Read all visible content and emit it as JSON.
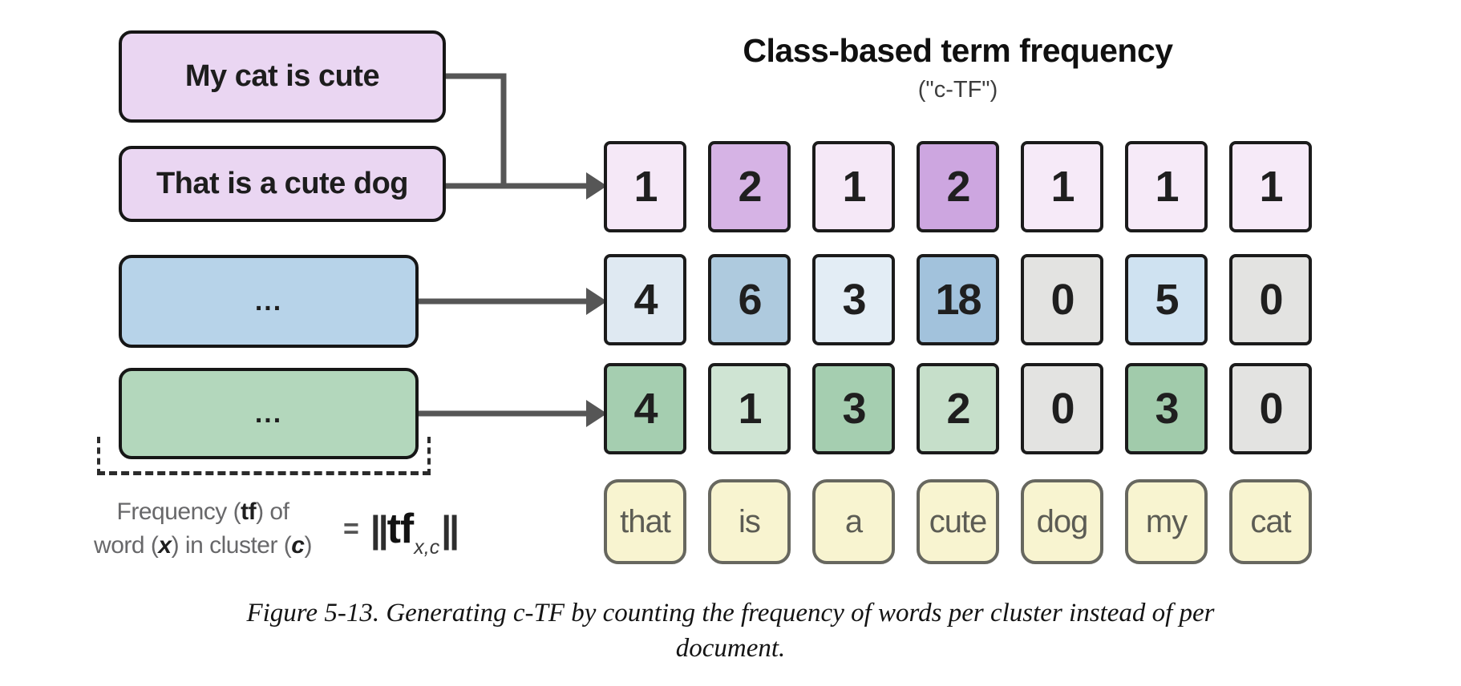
{
  "figure": {
    "title": "Class-based term frequency",
    "subtitle": "(\"c-TF\")",
    "caption_line1": "Figure 5-13. Generating c-TF by counting the frequency of words per cluster instead of per",
    "caption_line2": "document."
  },
  "documents": [
    {
      "text": "My cat is cute",
      "fill": "#ead6f2"
    },
    {
      "text": "That is a cute dog",
      "fill": "#ead6f2"
    },
    {
      "text": "...",
      "fill": "#b7d3e9"
    },
    {
      "text": "...",
      "fill": "#b3d7bc"
    }
  ],
  "matrix": {
    "columns": [
      "that",
      "is",
      "a",
      "cute",
      "dog",
      "my",
      "cat"
    ],
    "rows": [
      {
        "cluster": "purple-documents",
        "values": [
          1,
          2,
          1,
          2,
          1,
          1,
          1
        ],
        "cell_fills": [
          "#f5e8f7",
          "#d6b3e5",
          "#f5e8f7",
          "#cda6e0",
          "#f6eaf8",
          "#f6eaf8",
          "#f6eaf8"
        ]
      },
      {
        "cluster": "blue-documents",
        "values": [
          4,
          6,
          3,
          18,
          0,
          5,
          0
        ],
        "cell_fills": [
          "#dfe9f2",
          "#aecade",
          "#e3edf5",
          "#a2c2dc",
          "#e3e3e1",
          "#cfe2f1",
          "#e3e3e1"
        ]
      },
      {
        "cluster": "green-documents",
        "values": [
          4,
          1,
          3,
          2,
          0,
          3,
          0
        ],
        "cell_fills": [
          "#a5ceb0",
          "#cfe4d3",
          "#a5ceb0",
          "#c6dfca",
          "#e3e3e1",
          "#a1cbab",
          "#e3e3e1"
        ]
      }
    ]
  },
  "formula": {
    "lhs_line1_pre": "Frequency (",
    "lhs_line1_bold": "tf",
    "lhs_line1_post": ") of",
    "lhs_line2_pre": "word (",
    "lhs_line2_var1": "x",
    "lhs_line2_mid": ") in cluster (",
    "lhs_line2_var2": "c",
    "lhs_line2_post": ")",
    "equals": "=",
    "rhs_open_bars": "||",
    "rhs_tf": "tf",
    "rhs_subscript": "x,c",
    "rhs_close_bars": "||"
  },
  "colors": {
    "connector": "#565656",
    "word_fill": "#f8f4d0",
    "zero_cell_fill": "#e3e3e1",
    "cell_border": "#1b1b1b",
    "word_border": "#67675f"
  }
}
